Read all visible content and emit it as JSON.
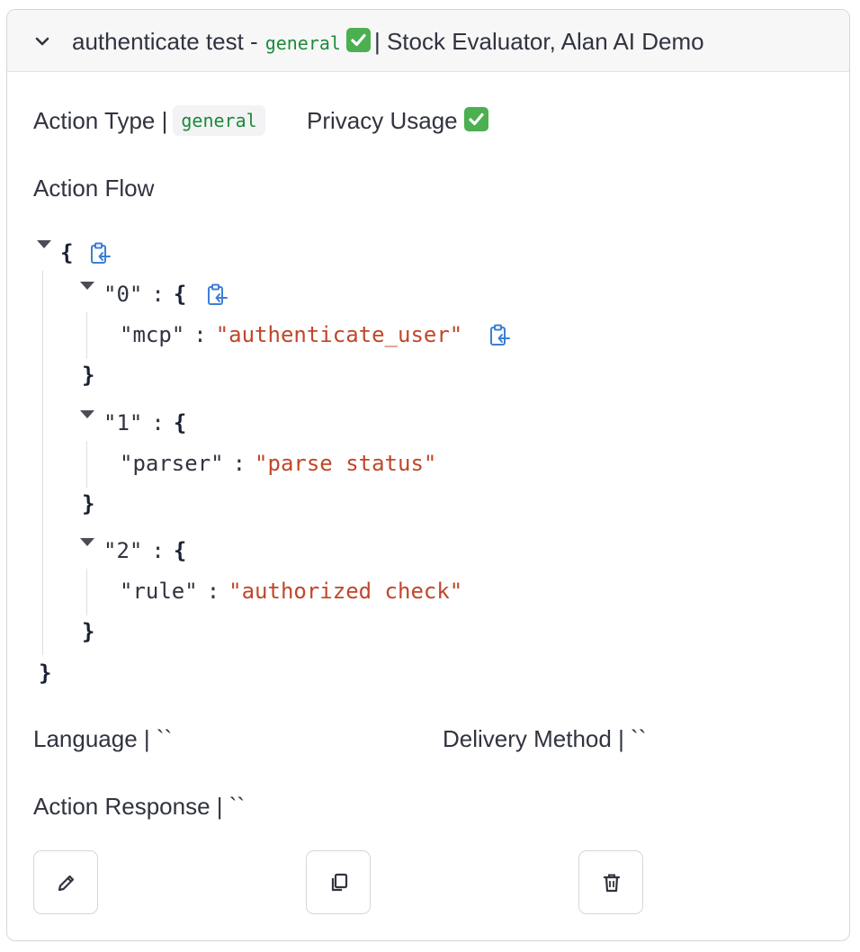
{
  "header": {
    "title_prefix": "authenticate test -",
    "type_code": "general",
    "title_suffix": "| Stock Evaluator, Alan AI Demo"
  },
  "details": {
    "action_type_label": "Action Type |",
    "action_type_value": "general",
    "privacy_label": "Privacy Usage",
    "action_flow_label": "Action Flow",
    "language_label": "Language | ``",
    "delivery_label": "Delivery Method | ``",
    "response_label": "Action Response | ``"
  },
  "action_flow": {
    "open_brace": "{",
    "close_brace": "}",
    "steps": [
      {
        "index": "\"0\"",
        "key": "\"mcp\"",
        "value": "\"authenticate_user\""
      },
      {
        "index": "\"1\"",
        "key": "\"parser\"",
        "value": "\"parse status\""
      },
      {
        "index": "\"2\"",
        "key": "\"rule\"",
        "value": "\"authorized check\""
      }
    ],
    "colon": ":"
  },
  "icons": {
    "expand": "chevron-down-icon",
    "check": "check-mark-icon",
    "copy_json": "clipboard-icon",
    "edit": "pencil-icon",
    "duplicate": "copy-icon",
    "delete": "trash-icon"
  },
  "colors": {
    "string": "#c0472a",
    "code_green": "#1d8a3a",
    "check_green": "#4caf50",
    "clip_blue": "#3d7fd6"
  }
}
